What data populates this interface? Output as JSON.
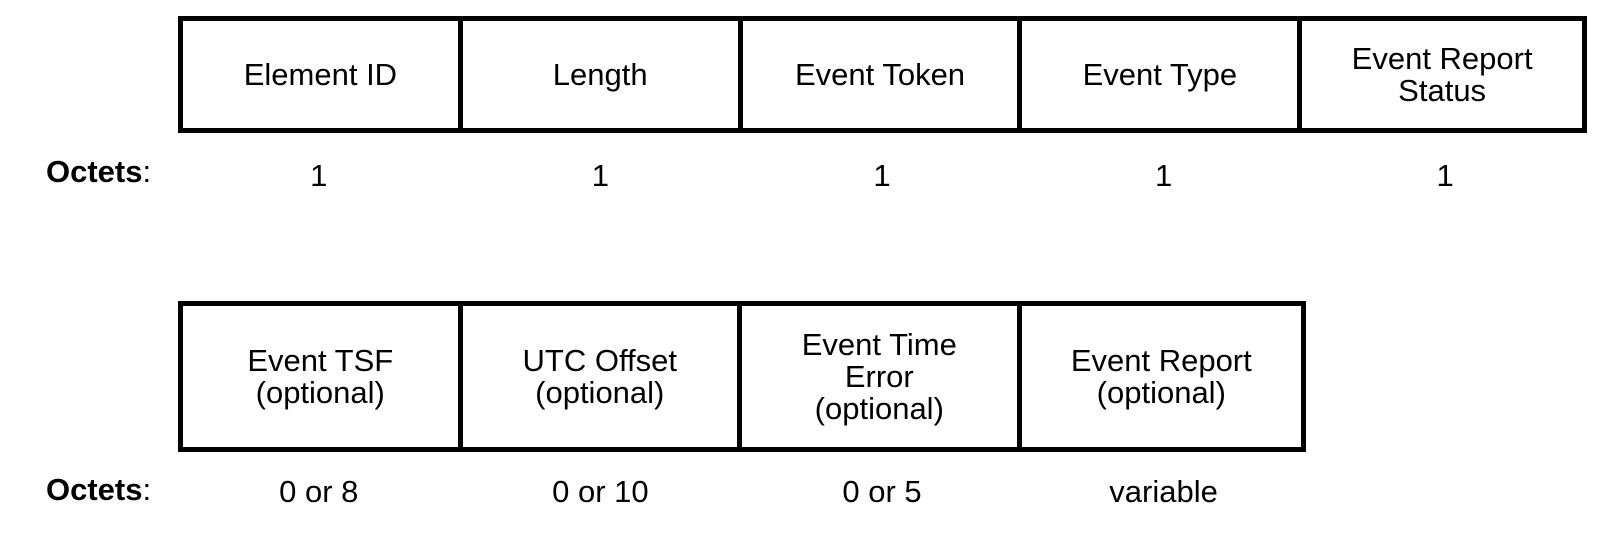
{
  "row1": {
    "fields": [
      {
        "label": "Element ID",
        "octets": "1"
      },
      {
        "label": "Length",
        "octets": "1"
      },
      {
        "label": "Event Token",
        "octets": "1"
      },
      {
        "label": "Event Type",
        "octets": "1"
      },
      {
        "label": "Event Report\nStatus",
        "octets": "1"
      }
    ]
  },
  "row2": {
    "fields": [
      {
        "label": "Event TSF\n(optional)",
        "octets": "0 or 8"
      },
      {
        "label": "UTC Offset\n(optional)",
        "octets": "0 or 10"
      },
      {
        "label": "Event Time\nError\n(optional)",
        "octets": "0 or 5"
      },
      {
        "label": "Event Report\n(optional)",
        "octets": "variable"
      }
    ]
  },
  "octets_label": "Octets",
  "octets_colon": ":"
}
